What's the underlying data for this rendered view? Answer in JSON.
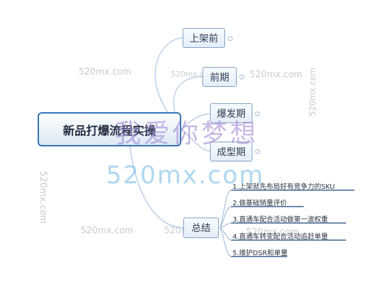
{
  "mindmap": {
    "root": "新品打爆流程实操",
    "branches": [
      {
        "label": "上架前"
      },
      {
        "label": "前期"
      },
      {
        "label": "爆发期"
      },
      {
        "label": "成型期"
      },
      {
        "label": "总结"
      }
    ],
    "summary_items": [
      "1.上架就先布局好有竞争力的SKU",
      "2.做基础销量评价",
      "3.直通车配合活动做第一波权重",
      "4.直通车转变配合活动追赶单量",
      "5.维护DSR和单量"
    ]
  },
  "watermarks": {
    "site": "520mx.com",
    "slogan": "我爱你梦想"
  },
  "colors": {
    "line": "#8fb4d8",
    "leaf_underline": "#3a5f8f",
    "root_border": "#2f6fb3"
  }
}
